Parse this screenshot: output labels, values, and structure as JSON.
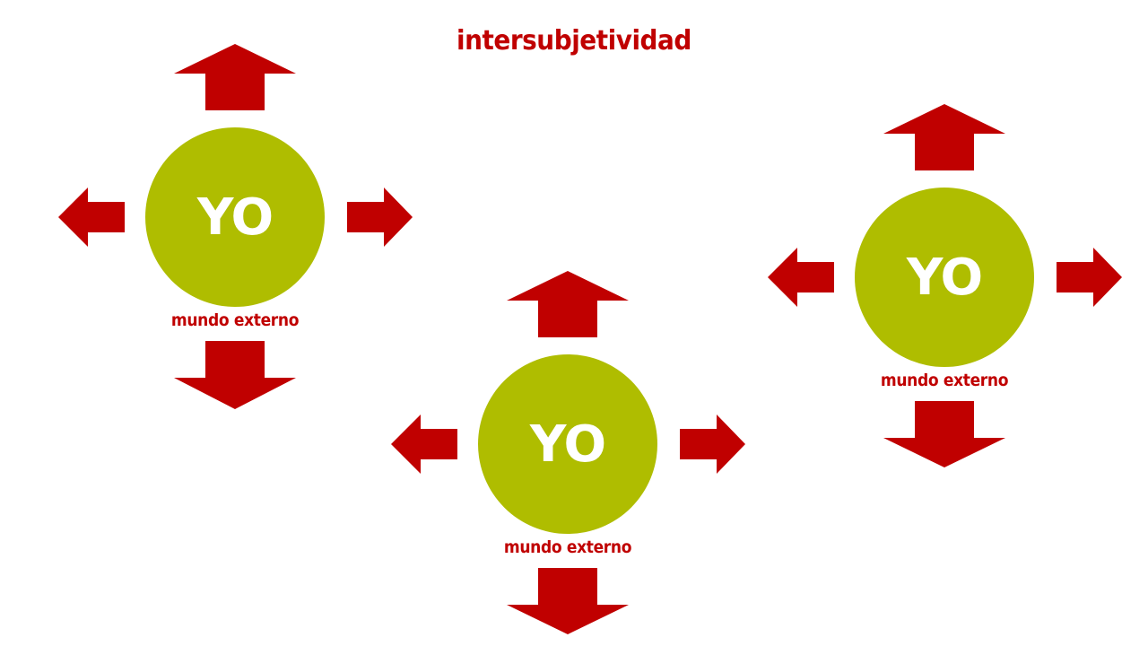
{
  "title": "intersubjetividad",
  "colors": {
    "accent": "#c00000",
    "circle": "#afbd00",
    "circle_text": "#ffffff",
    "background": "#ffffff"
  },
  "nodes": [
    {
      "label": "YO",
      "caption": "mundo externo"
    },
    {
      "label": "YO",
      "caption": "mundo externo"
    },
    {
      "label": "YO",
      "caption": "mundo externo"
    }
  ]
}
